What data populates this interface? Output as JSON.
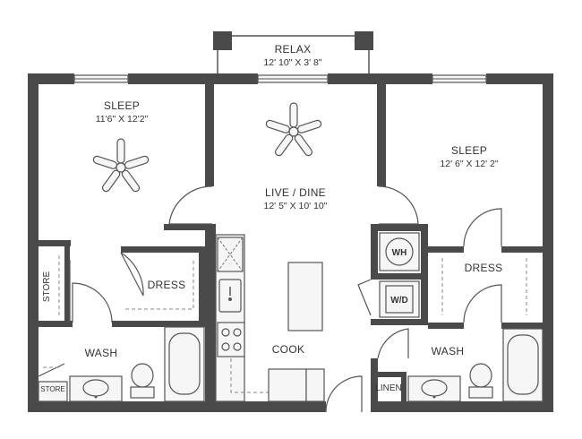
{
  "rooms": {
    "relax": {
      "name": "RELAX",
      "dims": "12' 10\" X 3' 8\""
    },
    "sleep1": {
      "name": "SLEEP",
      "dims": "11'6\" X 12'2\""
    },
    "live_dine": {
      "name": "LIVE / DINE",
      "dims": "12' 5\" X 10' 10\""
    },
    "sleep2": {
      "name": "SLEEP",
      "dims": "12' 6\" X 12' 2\""
    },
    "dress1": {
      "name": "DRESS"
    },
    "dress2": {
      "name": "DRESS"
    },
    "wash1": {
      "name": "WASH"
    },
    "wash2": {
      "name": "WASH"
    },
    "cook": {
      "name": "COOK"
    }
  },
  "labels": {
    "store_side": "STORE",
    "store_small": "STORE",
    "linen": "LINEN",
    "wh": "WH",
    "wd": "W/D"
  },
  "icons": [
    "ceiling-fan-icon",
    "sink-icon",
    "stove-icon",
    "toilet-icon",
    "bathtub-icon",
    "door-swing-icon",
    "window-icon"
  ],
  "colors": {
    "wall": "#4a4a4a",
    "line": "#555555",
    "background": "#ffffff"
  }
}
